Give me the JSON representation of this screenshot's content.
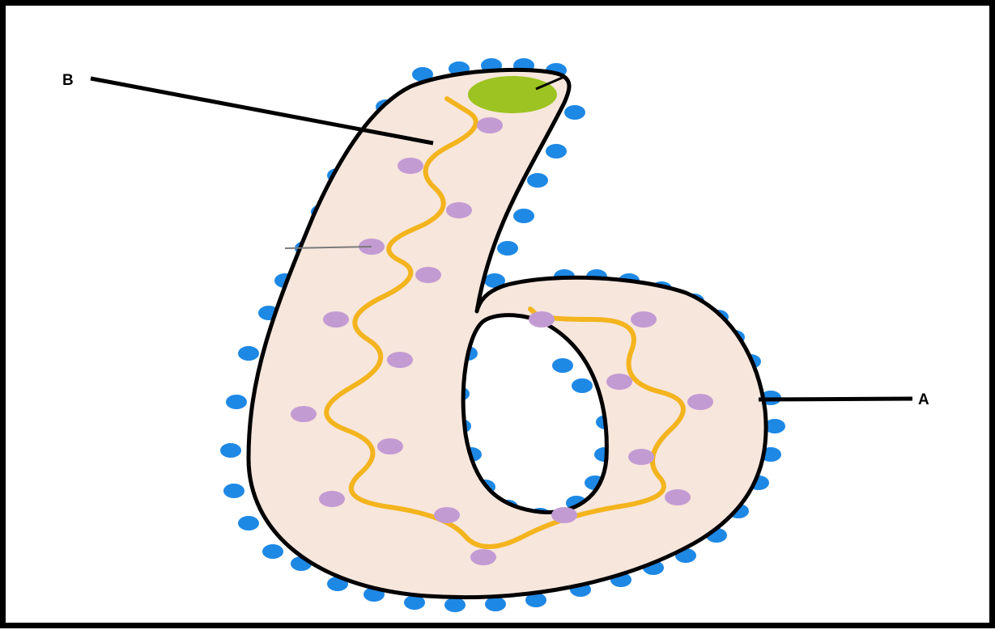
{
  "labels": {
    "a": "A",
    "b": "B"
  },
  "colors": {
    "body_fill": "#f7e6dc",
    "outline": "#000000",
    "surface_dots": "#1e88e5",
    "chain_strand": "#f3b41e",
    "chain_beads": "#c39bd3",
    "end_blob": "#9cc321",
    "background": "#ffffff"
  },
  "icons": {
    "body": "curled-rod-organism",
    "surface": "blue-dot-projections",
    "strand": "wavy-chain-with-beads",
    "blob": "green-cap"
  }
}
